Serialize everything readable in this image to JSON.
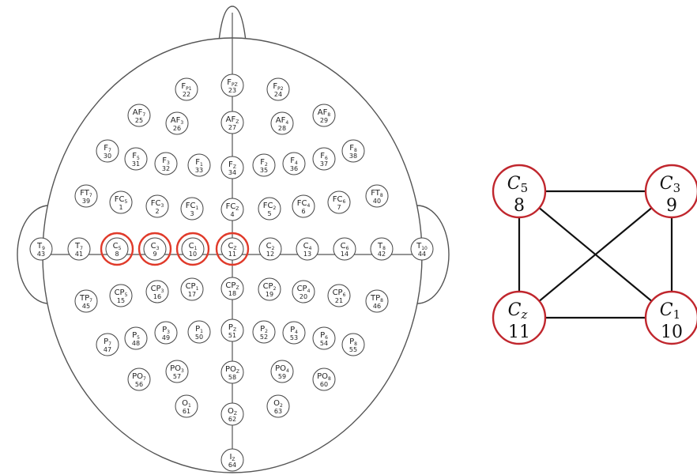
{
  "colors": {
    "line": "#555555",
    "electrode_stroke": "#444444",
    "highlight": "#e03a2a",
    "graph_node": "#c0262d",
    "graph_edge": "#111111"
  },
  "electrodes": [
    {
      "id": "fp1",
      "main": "F",
      "sub": "P1",
      "num": "22"
    },
    {
      "id": "fpz",
      "main": "F",
      "sub": "PZ",
      "num": "23"
    },
    {
      "id": "fp2",
      "main": "F",
      "sub": "P2",
      "num": "24"
    },
    {
      "id": "af7",
      "main": "AF",
      "sub": "7",
      "num": "25"
    },
    {
      "id": "af3",
      "main": "AF",
      "sub": "3",
      "num": "26"
    },
    {
      "id": "afz",
      "main": "AF",
      "sub": "Z",
      "num": "27"
    },
    {
      "id": "af4",
      "main": "AF",
      "sub": "4",
      "num": "28"
    },
    {
      "id": "af8",
      "main": "AF",
      "sub": "8",
      "num": "29"
    },
    {
      "id": "f7",
      "main": "F",
      "sub": "7",
      "num": "30"
    },
    {
      "id": "f5",
      "main": "F",
      "sub": "5",
      "num": "31"
    },
    {
      "id": "f3",
      "main": "F",
      "sub": "3",
      "num": "32"
    },
    {
      "id": "f1",
      "main": "F",
      "sub": "1",
      "num": "33"
    },
    {
      "id": "fz",
      "main": "F",
      "sub": "Z",
      "num": "34"
    },
    {
      "id": "f2",
      "main": "F",
      "sub": "2",
      "num": "35"
    },
    {
      "id": "f4",
      "main": "F",
      "sub": "4",
      "num": "36"
    },
    {
      "id": "f6",
      "main": "F",
      "sub": "6",
      "num": "37"
    },
    {
      "id": "f8",
      "main": "F",
      "sub": "8",
      "num": "38"
    },
    {
      "id": "ft7",
      "main": "FT",
      "sub": "7",
      "num": "39"
    },
    {
      "id": "fc5",
      "main": "FC",
      "sub": "5",
      "num": "1"
    },
    {
      "id": "fc3",
      "main": "FC",
      "sub": "3",
      "num": "2"
    },
    {
      "id": "fc1",
      "main": "FC",
      "sub": "1",
      "num": "3"
    },
    {
      "id": "fcz",
      "main": "FC",
      "sub": "Z",
      "num": "4"
    },
    {
      "id": "fc2",
      "main": "FC",
      "sub": "2",
      "num": "5"
    },
    {
      "id": "fc4",
      "main": "FC",
      "sub": "4",
      "num": "6"
    },
    {
      "id": "fc6",
      "main": "FC",
      "sub": "6",
      "num": "7"
    },
    {
      "id": "ft8",
      "main": "FT",
      "sub": "8",
      "num": "40"
    },
    {
      "id": "t9",
      "main": "T",
      "sub": "9",
      "num": "43"
    },
    {
      "id": "t7",
      "main": "T",
      "sub": "7",
      "num": "41"
    },
    {
      "id": "c5",
      "main": "C",
      "sub": "5",
      "num": "8",
      "highlight": true
    },
    {
      "id": "c3",
      "main": "C",
      "sub": "3",
      "num": "9",
      "highlight": true
    },
    {
      "id": "c1",
      "main": "C",
      "sub": "1",
      "num": "10",
      "highlight": true
    },
    {
      "id": "cz",
      "main": "C",
      "sub": "Z",
      "num": "11",
      "highlight": true
    },
    {
      "id": "c2",
      "main": "C",
      "sub": "2",
      "num": "12"
    },
    {
      "id": "c4",
      "main": "C",
      "sub": "4",
      "num": "13"
    },
    {
      "id": "c6",
      "main": "C",
      "sub": "6",
      "num": "14"
    },
    {
      "id": "t8",
      "main": "T",
      "sub": "8",
      "num": "42"
    },
    {
      "id": "t10",
      "main": "T",
      "sub": "10",
      "num": "44"
    },
    {
      "id": "tp7",
      "main": "TP",
      "sub": "7",
      "num": "45"
    },
    {
      "id": "cp5",
      "main": "CP",
      "sub": "5",
      "num": "15"
    },
    {
      "id": "cp3",
      "main": "CP",
      "sub": "3",
      "num": "16"
    },
    {
      "id": "cp1",
      "main": "CP",
      "sub": "1",
      "num": "17"
    },
    {
      "id": "cpz",
      "main": "CP",
      "sub": "Z",
      "num": "18"
    },
    {
      "id": "cp2",
      "main": "CP",
      "sub": "2",
      "num": "19"
    },
    {
      "id": "cp4",
      "main": "CP",
      "sub": "4",
      "num": "20"
    },
    {
      "id": "cp6",
      "main": "CP",
      "sub": "6",
      "num": "21"
    },
    {
      "id": "tp8",
      "main": "TP",
      "sub": "8",
      "num": "46"
    },
    {
      "id": "p7",
      "main": "P",
      "sub": "7",
      "num": "47"
    },
    {
      "id": "p5",
      "main": "P",
      "sub": "5",
      "num": "48"
    },
    {
      "id": "p3",
      "main": "P",
      "sub": "3",
      "num": "49"
    },
    {
      "id": "p1",
      "main": "P",
      "sub": "1",
      "num": "50"
    },
    {
      "id": "pz",
      "main": "P",
      "sub": "Z",
      "num": "51"
    },
    {
      "id": "p2",
      "main": "P",
      "sub": "2",
      "num": "52"
    },
    {
      "id": "p4",
      "main": "P",
      "sub": "4",
      "num": "53"
    },
    {
      "id": "p6",
      "main": "P",
      "sub": "6",
      "num": "54"
    },
    {
      "id": "p8",
      "main": "P",
      "sub": "8",
      "num": "55"
    },
    {
      "id": "po7",
      "main": "PO",
      "sub": "7",
      "num": "56"
    },
    {
      "id": "po3",
      "main": "PO",
      "sub": "3",
      "num": "57"
    },
    {
      "id": "poz",
      "main": "PO",
      "sub": "Z",
      "num": "58"
    },
    {
      "id": "po4",
      "main": "PO",
      "sub": "4",
      "num": "59"
    },
    {
      "id": "po8",
      "main": "PO",
      "sub": "8",
      "num": "60"
    },
    {
      "id": "o1",
      "main": "O",
      "sub": "1",
      "num": "61"
    },
    {
      "id": "oz",
      "main": "O",
      "sub": "Z",
      "num": "62"
    },
    {
      "id": "o2",
      "main": "O",
      "sub": "2",
      "num": "63"
    },
    {
      "id": "iz",
      "main": "I",
      "sub": "Z",
      "num": "64"
    }
  ],
  "graph": {
    "nodes": [
      {
        "id": "g-c5",
        "main": "C",
        "sub": "5",
        "num": "8"
      },
      {
        "id": "g-c3",
        "main": "C",
        "sub": "3",
        "num": "9"
      },
      {
        "id": "g-cz",
        "main": "C",
        "sub": "z",
        "num": "11"
      },
      {
        "id": "g-c1",
        "main": "C",
        "sub": "1",
        "num": "10"
      }
    ],
    "edges": [
      [
        "g-c5",
        "g-c3"
      ],
      [
        "g-c5",
        "g-cz"
      ],
      [
        "g-c5",
        "g-c1"
      ],
      [
        "g-c3",
        "g-cz"
      ],
      [
        "g-c3",
        "g-c1"
      ],
      [
        "g-cz",
        "g-c1"
      ]
    ]
  }
}
